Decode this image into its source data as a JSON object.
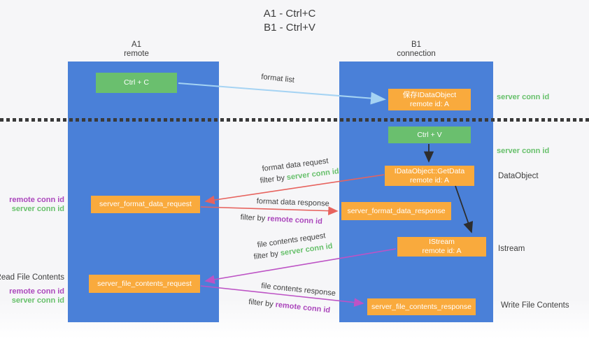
{
  "title": {
    "line1": "A1 - Ctrl+C",
    "line2": "B1 - Ctrl+V"
  },
  "lanes": {
    "a1": {
      "name": "A1",
      "subtitle": "remote"
    },
    "b1": {
      "name": "B1",
      "subtitle": "connection"
    }
  },
  "nodes": {
    "ctrl_c": {
      "label": "Ctrl + C"
    },
    "ctrl_v": {
      "label": "Ctrl + V"
    },
    "save_dataobject": {
      "line1": "保存IDataObject",
      "line2": "remote id: A"
    },
    "getdata": {
      "line1": "IDataObject::GetData",
      "line2": "remote id: A"
    },
    "istream": {
      "line1": "IStream",
      "line2": "remote id: A"
    },
    "format_request": {
      "label": "server_format_data_request"
    },
    "format_response": {
      "label": "server_format_data_response"
    },
    "file_request": {
      "label": "server_file_contents_request"
    },
    "file_response": {
      "label": "server_file_contents_response"
    }
  },
  "edges": {
    "format_list": {
      "label": "format list"
    },
    "format_data_request": {
      "label": "format data request",
      "filter": "filter by",
      "key": "server conn id"
    },
    "format_data_response": {
      "label": "format data response",
      "filter": "filter by",
      "key": "remote conn id"
    },
    "file_contents_request": {
      "label": "file contents request",
      "filter": "filter by",
      "key": "server conn id"
    },
    "file_contents_response": {
      "label": "file contents response",
      "filter": "filter by",
      "key": "remote conn id"
    }
  },
  "side_labels": {
    "right_server_conn_top": "server conn id",
    "right_server_conn_mid": "server conn id",
    "right_dataobject": "DataObject",
    "right_istream": "Istream",
    "right_write_file": "Write File Contents",
    "left_remote_conn_top": "remote conn id",
    "left_server_conn_top": "server conn id",
    "left_read_file": "Read File Contents",
    "left_remote_conn_bottom": "remote conn id",
    "left_server_conn_bottom": "server conn id"
  },
  "colors": {
    "lane_blue": "#4a80d8",
    "node_green": "#6abf6e",
    "node_orange": "#f9aa3d",
    "arrow_light_blue": "#a5d3f3",
    "arrow_red": "#e7635e",
    "arrow_purple": "#bd53c5",
    "arrow_black": "#2d2d2d",
    "text_green": "#67c06b",
    "text_purple": "#ab47bc",
    "dotted_line": "#3a3a3a"
  }
}
